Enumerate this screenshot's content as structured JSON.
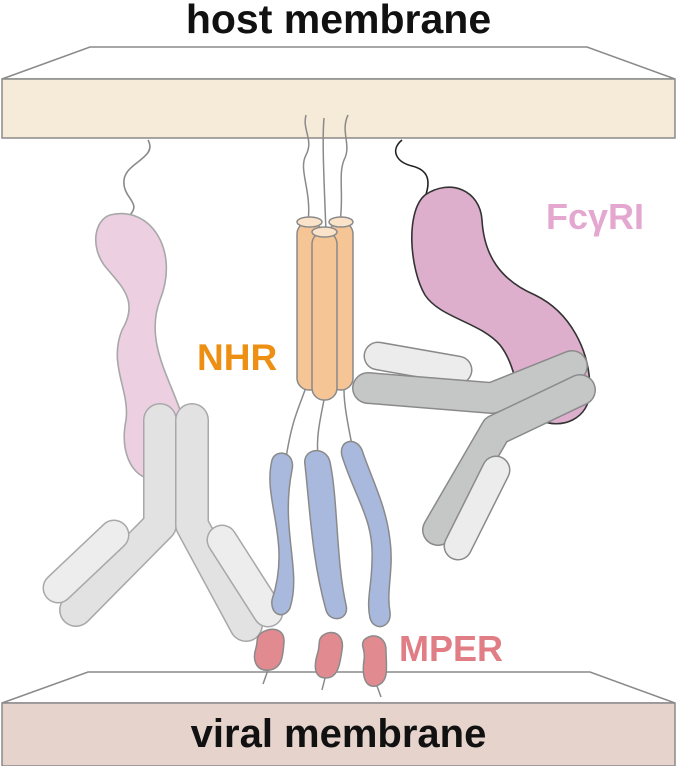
{
  "titles": {
    "host_membrane": "host membrane",
    "viral_membrane": "viral membrane"
  },
  "labels": {
    "nhr": "NHR",
    "fc_receptor": "FcγRI",
    "mper": "MPER"
  },
  "colors": {
    "host_membrane_fill": "#f6ead8",
    "viral_membrane_fill": "#e6d3cb",
    "nhr_helix": "#f5c596",
    "nhr_label": "#ec8f12",
    "fc_receptor_light": "#ecd0e2",
    "fc_receptor_dark": "#ddafcd",
    "fc_label": "#e4a8d0",
    "chr_domain": "#a8b9dd",
    "mper_domain": "#e18a90",
    "mper_label": "#e07d85",
    "antibody_light": "#e2e2e2",
    "antibody_dark": "#c5c6c6"
  }
}
